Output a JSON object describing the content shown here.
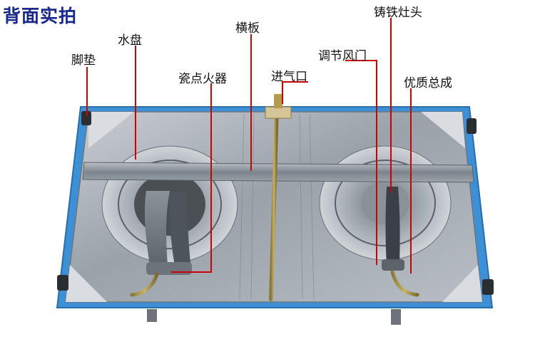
{
  "title": "背面实拍",
  "labels": {
    "foot_pad": "脚垫",
    "water_tray": "水盘",
    "ceramic_igniter": "瓷点火器",
    "crossbar": "横板",
    "air_inlet": "进气口",
    "air_damper": "调节风门",
    "cast_iron_head": "铸铁灶头",
    "quality_assembly": "优质总成"
  },
  "colors": {
    "title": "#1a2a8c",
    "callout_line": "#cc0000",
    "label_text": "#111111",
    "frame_blue": "#3d8fd6"
  }
}
